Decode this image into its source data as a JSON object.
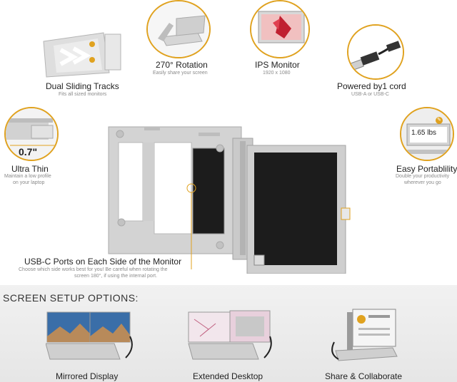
{
  "features": {
    "dual_sliding": {
      "title": "Dual Sliding Tracks",
      "subtitle": "Fits all sized monitors"
    },
    "rotation": {
      "title": "270° Rotation",
      "subtitle": "Easily share your screen"
    },
    "ips": {
      "title": "IPS Monitor",
      "subtitle": "1920 x 1080"
    },
    "power": {
      "title": "Powered by1 cord",
      "subtitle": "USB-A or USB-C"
    },
    "ultra_thin": {
      "title": "Ultra Thin",
      "subtitle_line1": "Maintain a low profile",
      "subtitle_line2": "on your laptop",
      "thickness": "0.7\""
    },
    "portability": {
      "title": "Easy Portablility",
      "subtitle_line1": "Double your productivity",
      "subtitle_line2": "wherever you go",
      "weight": "1.65 lbs"
    },
    "usbc": {
      "title": "USB-C Ports on Each Side of the Monitor",
      "subtitle_line1": "Choose which side works best for you! Be careful when rotating the",
      "subtitle_line2": "screen 180°, if using the internal port."
    }
  },
  "setup": {
    "heading": "SCREEN SETUP OPTIONS:",
    "options": [
      {
        "label": "Mirrored Display"
      },
      {
        "label": "Extended Desktop"
      },
      {
        "label": "Share & Collaborate"
      }
    ]
  },
  "colors": {
    "accent": "#e0a21f",
    "frame": "#c9c9c9",
    "screen": "#1c1c1c"
  }
}
